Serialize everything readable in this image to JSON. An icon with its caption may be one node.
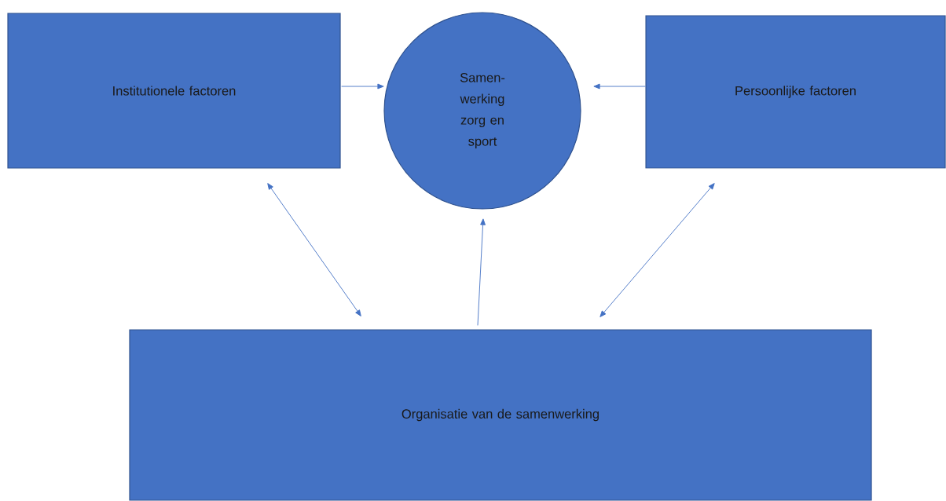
{
  "diagram": {
    "nodes": [
      {
        "text": [
          "Institutionele factoren"
        ]
      },
      {
        "text": [
          "Samen- werking zorg en sport"
        ]
      },
      {
        "text": [
          "Persoonlijke factoren"
        ]
      },
      {
        "text": [
          "Organisatie van de samenwerking"
        ]
      }
    ],
    "edges": [
      {
        "from": 0,
        "to": 1,
        "arrow": "to"
      },
      {
        "from": 2,
        "to": 1,
        "arrow": "to"
      },
      {
        "from": 0,
        "to": 3,
        "arrow": "both"
      },
      {
        "from": 3,
        "to": 1,
        "arrow": "to"
      },
      {
        "from": 2,
        "to": 3,
        "arrow": "both"
      }
    ]
  }
}
